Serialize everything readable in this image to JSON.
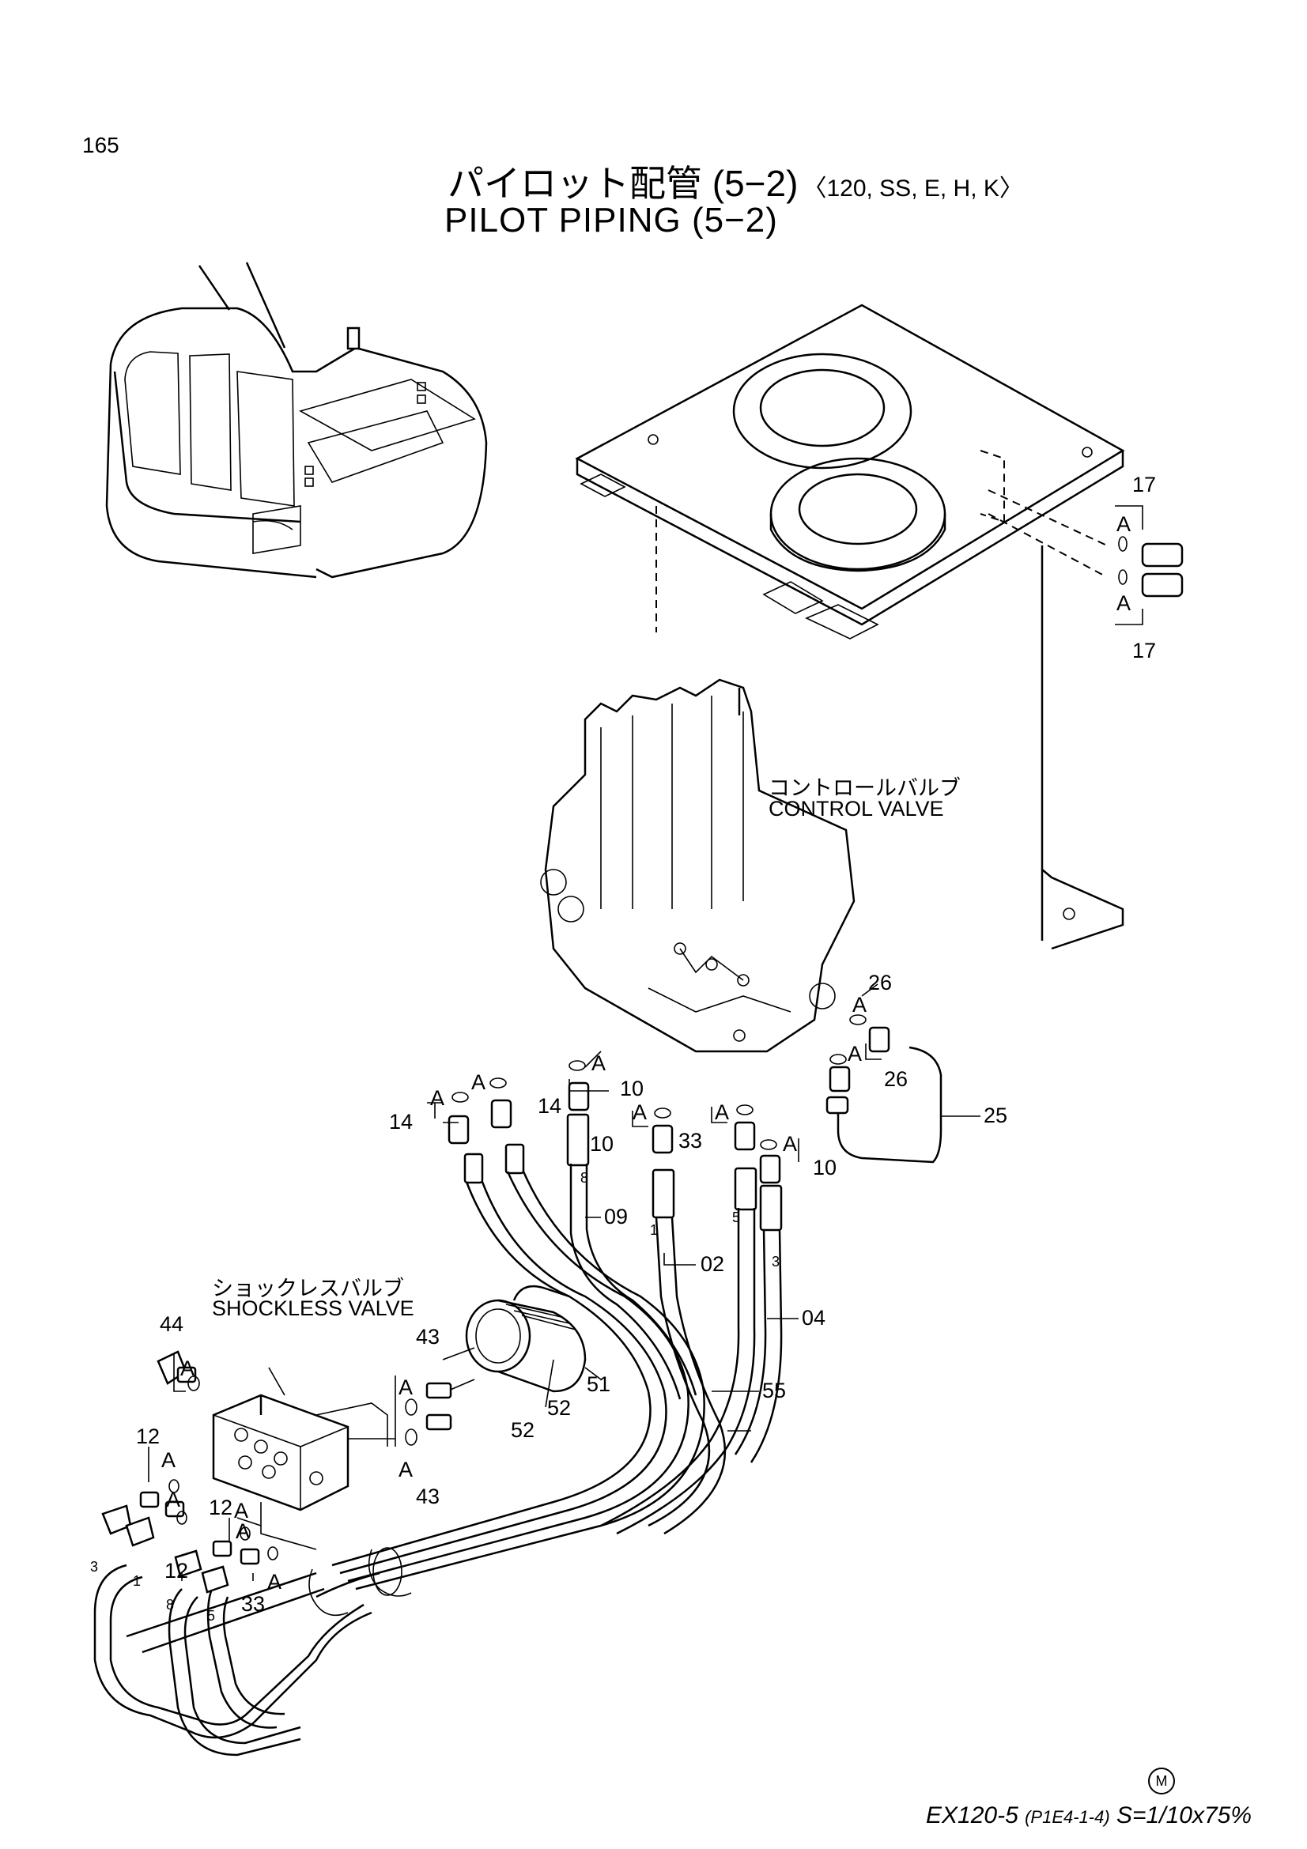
{
  "page_number": "165",
  "title_jp": "パイロット配管 (5−2)",
  "title_variant": "〈120, SS, E, H, K〉",
  "title_en": "PILOT PIPING (5−2)",
  "labels": {
    "control_valve_jp": "コントロールバルブ",
    "control_valve_en": "CONTROL VALVE",
    "shockless_valve_jp": "ショックレスバルブ",
    "shockless_valve_en": "SHOCKLESS VALVE"
  },
  "parts": {
    "p17a": "17",
    "p17b": "17",
    "p26a": "26",
    "p26b": "26",
    "p25": "25",
    "p14a": "14",
    "p14b": "14",
    "p10a": "10",
    "p10b": "10",
    "p10c": "10",
    "p33a": "33",
    "p33b": "33",
    "p09": "09",
    "p02": "02",
    "p04": "04",
    "p55": "55",
    "p44": "44",
    "p43a": "43",
    "p43b": "43",
    "p51": "51",
    "p52a": "52",
    "p52b": "52",
    "p12a": "12",
    "p12b": "12",
    "p12c": "12"
  },
  "callouts": {
    "a1": "A",
    "a2": "A",
    "a3": "A",
    "a4": "A",
    "a5": "A",
    "a6": "A",
    "a7": "A",
    "a8": "A",
    "a9": "A",
    "a10": "A",
    "a11": "A",
    "a12": "A",
    "a13": "A",
    "a14": "A",
    "a15": "A",
    "a16": "A",
    "a17": "A",
    "a18": "A"
  },
  "hose_marks": {
    "h8": "8",
    "h1": "1",
    "h5": "5",
    "h3": "3",
    "l3": "3",
    "l1": "1",
    "l8": "8",
    "l5": "5"
  },
  "footer_model": "EX120-5",
  "footer_ref": "(P1E4-1-4)",
  "footer_scale": "S=1/10x75%",
  "footer_mark": "M"
}
